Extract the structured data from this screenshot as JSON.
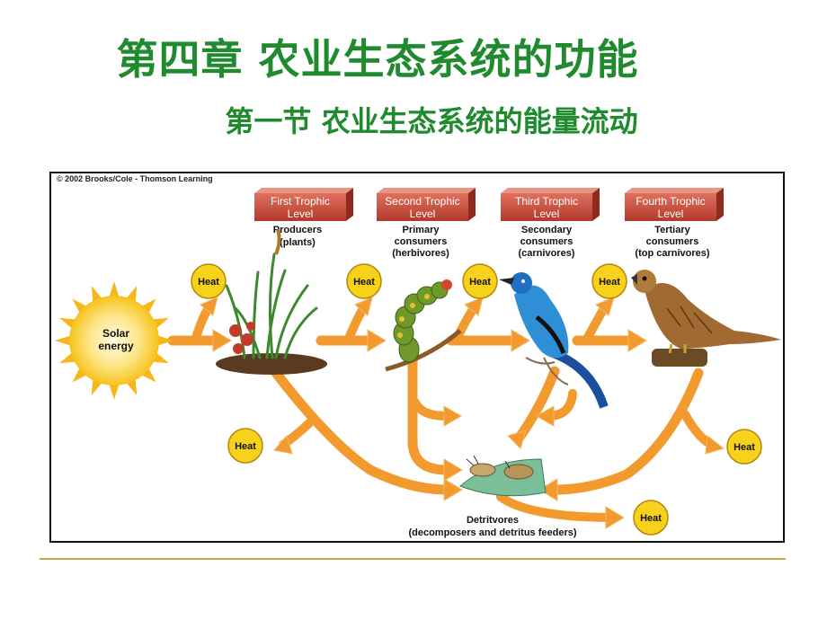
{
  "slide": {
    "title": "第四章  农业生态系统的功能",
    "subtitle": "第一节  农业生态系统的能量流动"
  },
  "figure": {
    "copyright": "© 2002 Brooks/Cole - Thomson Learning",
    "trophic_levels": [
      {
        "line1": "First  Trophic",
        "line2": "Level",
        "label": [
          "Producers",
          "(plants)"
        ]
      },
      {
        "line1": "Second  Trophic",
        "line2": "Level",
        "label": [
          "Primary",
          "consumers",
          "(herbivores)"
        ]
      },
      {
        "line1": "Third  Trophic",
        "line2": "Level",
        "label": [
          "Secondary",
          "consumers",
          "(carnivores)"
        ]
      },
      {
        "line1": "Fourth  Trophic",
        "line2": "Level",
        "label": [
          "Tertiary",
          "consumers",
          "(top carnivores)"
        ]
      }
    ],
    "sun_label": [
      "Solar",
      "energy"
    ],
    "heat_label": "Heat",
    "detritivores_label": [
      "Detritvores",
      "(decomposers and detritus feeders)"
    ],
    "colors": {
      "arrow": "#f29a2e",
      "box": "#c94a3a",
      "heat_circle": "#f6d21b",
      "sun": "#f7c21a",
      "title_green": "#1f8a2e",
      "rule": "#c8a64a"
    }
  }
}
